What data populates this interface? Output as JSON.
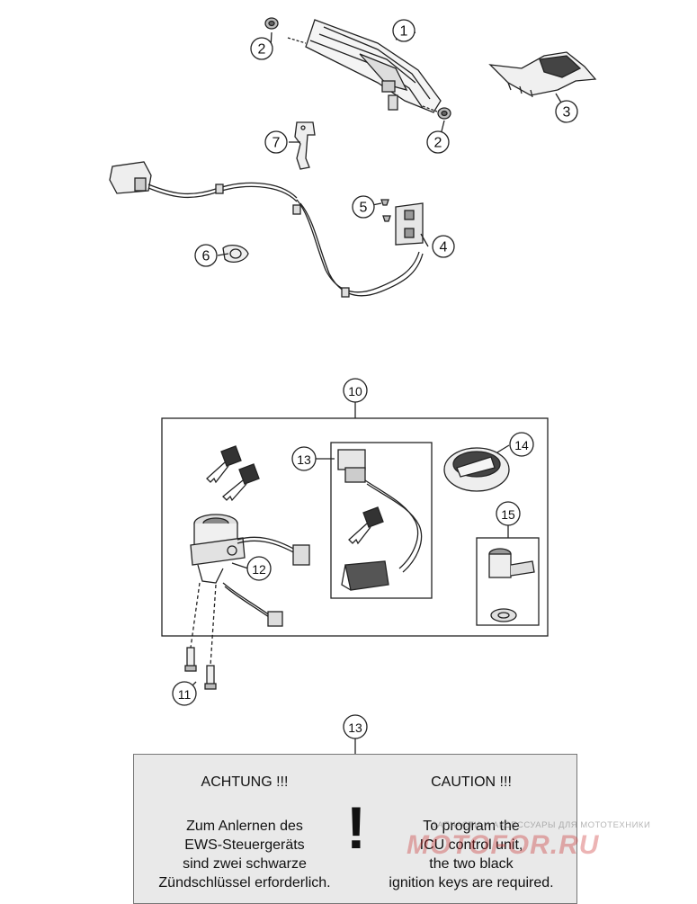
{
  "callouts": [
    {
      "id": "c1",
      "label": "1"
    },
    {
      "id": "c2a",
      "label": "2"
    },
    {
      "id": "c2b",
      "label": "2"
    },
    {
      "id": "c3",
      "label": "3"
    },
    {
      "id": "c4",
      "label": "4"
    },
    {
      "id": "c5",
      "label": "5"
    },
    {
      "id": "c6",
      "label": "6"
    },
    {
      "id": "c7",
      "label": "7"
    },
    {
      "id": "c10",
      "label": "10"
    },
    {
      "id": "c11",
      "label": "11"
    },
    {
      "id": "c12",
      "label": "12"
    },
    {
      "id": "c13a",
      "label": "13"
    },
    {
      "id": "c13b",
      "label": "13"
    },
    {
      "id": "c14",
      "label": "14"
    },
    {
      "id": "c15",
      "label": "15"
    }
  ],
  "notice": {
    "german": {
      "heading": "ACHTUNG !!!",
      "lines": [
        "Zum Anlernen des",
        "EWS-Steuergeräts",
        "sind zwei schwarze",
        "Zündschlüssel erforderlich."
      ]
    },
    "english": {
      "heading": "CAUTION !!!",
      "lines": [
        "To program the",
        "ICU control unit,",
        "the two black",
        "ignition keys are required."
      ]
    },
    "symbol": "!"
  },
  "watermark": {
    "tagline": "ЗАПЧАСТИ И АКСЕССУАРЫ ДЛЯ МОТОТЕХНИКИ",
    "brand": "MOTOFOR.RU"
  },
  "colors": {
    "line": "#222222",
    "panel": "#e9e9e9",
    "watermark_red": "#c82828"
  }
}
